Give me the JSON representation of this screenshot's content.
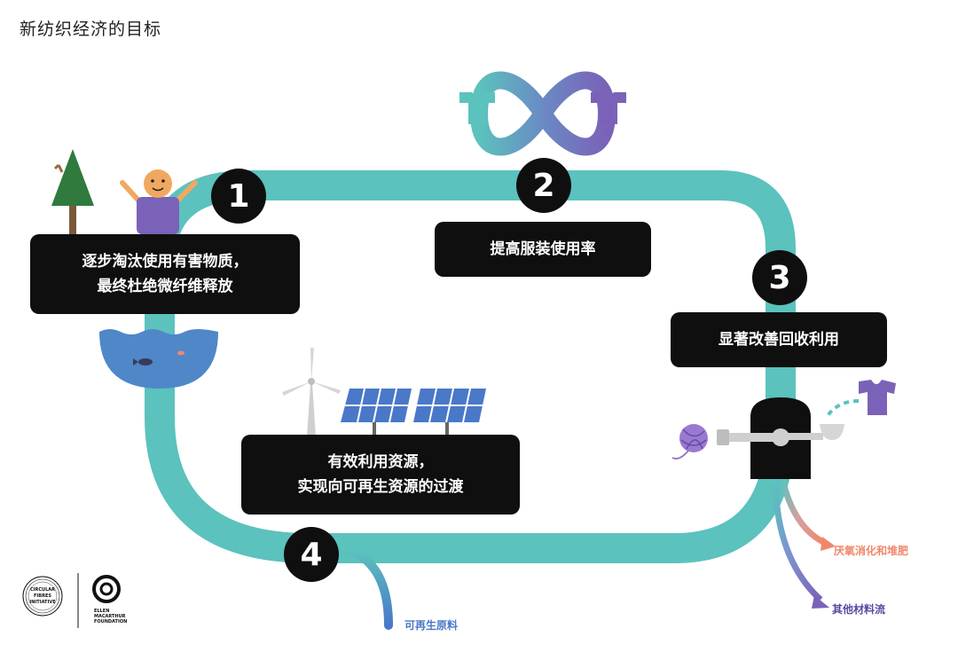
{
  "page_title": "新纺织经济的目标",
  "steps": [
    {
      "number": "1",
      "lines": [
        "逐步淘汰使用有害物质，",
        "最终杜绝微纤维释放"
      ]
    },
    {
      "number": "2",
      "lines": [
        "提高服装使用率"
      ]
    },
    {
      "number": "3",
      "lines": [
        "显著改善回收利用"
      ]
    },
    {
      "number": "4",
      "lines": [
        "有效利用资源，",
        "实现向可再生资源的过渡"
      ]
    }
  ],
  "outputs": {
    "renewable": "可再生原料",
    "anaerobic": "厌氧消化和堆肥",
    "other": "其他材料流"
  },
  "logos": {
    "cfi": [
      "CIRCULAR",
      "FIBRES",
      "INITIATIVE"
    ],
    "emf": [
      "ELLEN",
      "MACARTHUR",
      "FOUNDATION"
    ]
  },
  "colors": {
    "loop": "#5bc2bd",
    "dark": "#0f0f0f",
    "purple": "#7a62b8",
    "blue": "#4a78c8",
    "orange": "#f0876a",
    "water": "#4f87c9",
    "tree": "#2f7a3c",
    "skin": "#f0a861"
  }
}
